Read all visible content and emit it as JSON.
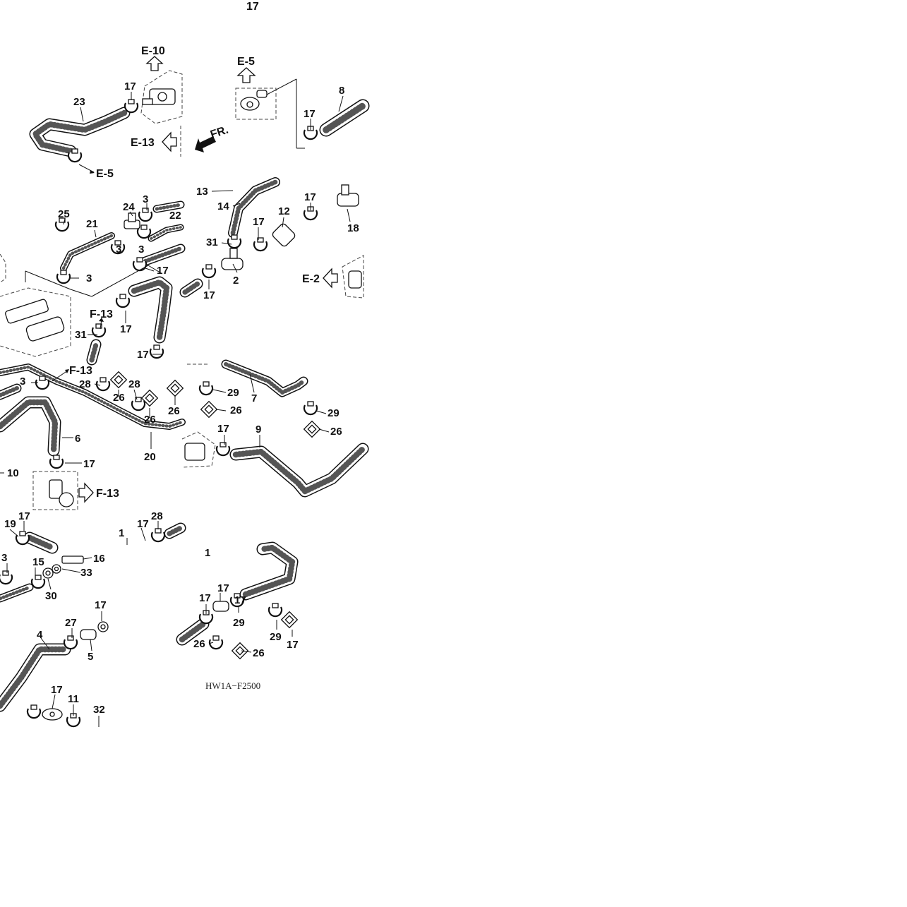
{
  "diagram": {
    "page_number": "17",
    "drawing_code": "HW1A−F2500",
    "front_marker": "FR.",
    "references": [
      "E-10",
      "E-5",
      "E-13",
      "E-5",
      "F-13",
      "E-2",
      "F-13",
      "F-13"
    ],
    "callouts": [
      "23",
      "17",
      "8",
      "17",
      "13",
      "14",
      "17",
      "18",
      "25",
      "24",
      "3",
      "22",
      "21",
      "3",
      "3",
      "17",
      "12",
      "31",
      "2",
      "3",
      "17",
      "17",
      "31",
      "17",
      "17",
      "3",
      "28",
      "26",
      "28",
      "26",
      "26",
      "29",
      "26",
      "7",
      "29",
      "26",
      "6",
      "20",
      "17",
      "9",
      "10",
      "17",
      "19",
      "17",
      "1",
      "17",
      "28",
      "3",
      "15",
      "16",
      "33",
      "30",
      "17",
      "27",
      "5",
      "4",
      "17",
      "11",
      "32",
      "1",
      "17",
      "17",
      "29",
      "26",
      "29",
      "26",
      "17",
      "17"
    ]
  }
}
